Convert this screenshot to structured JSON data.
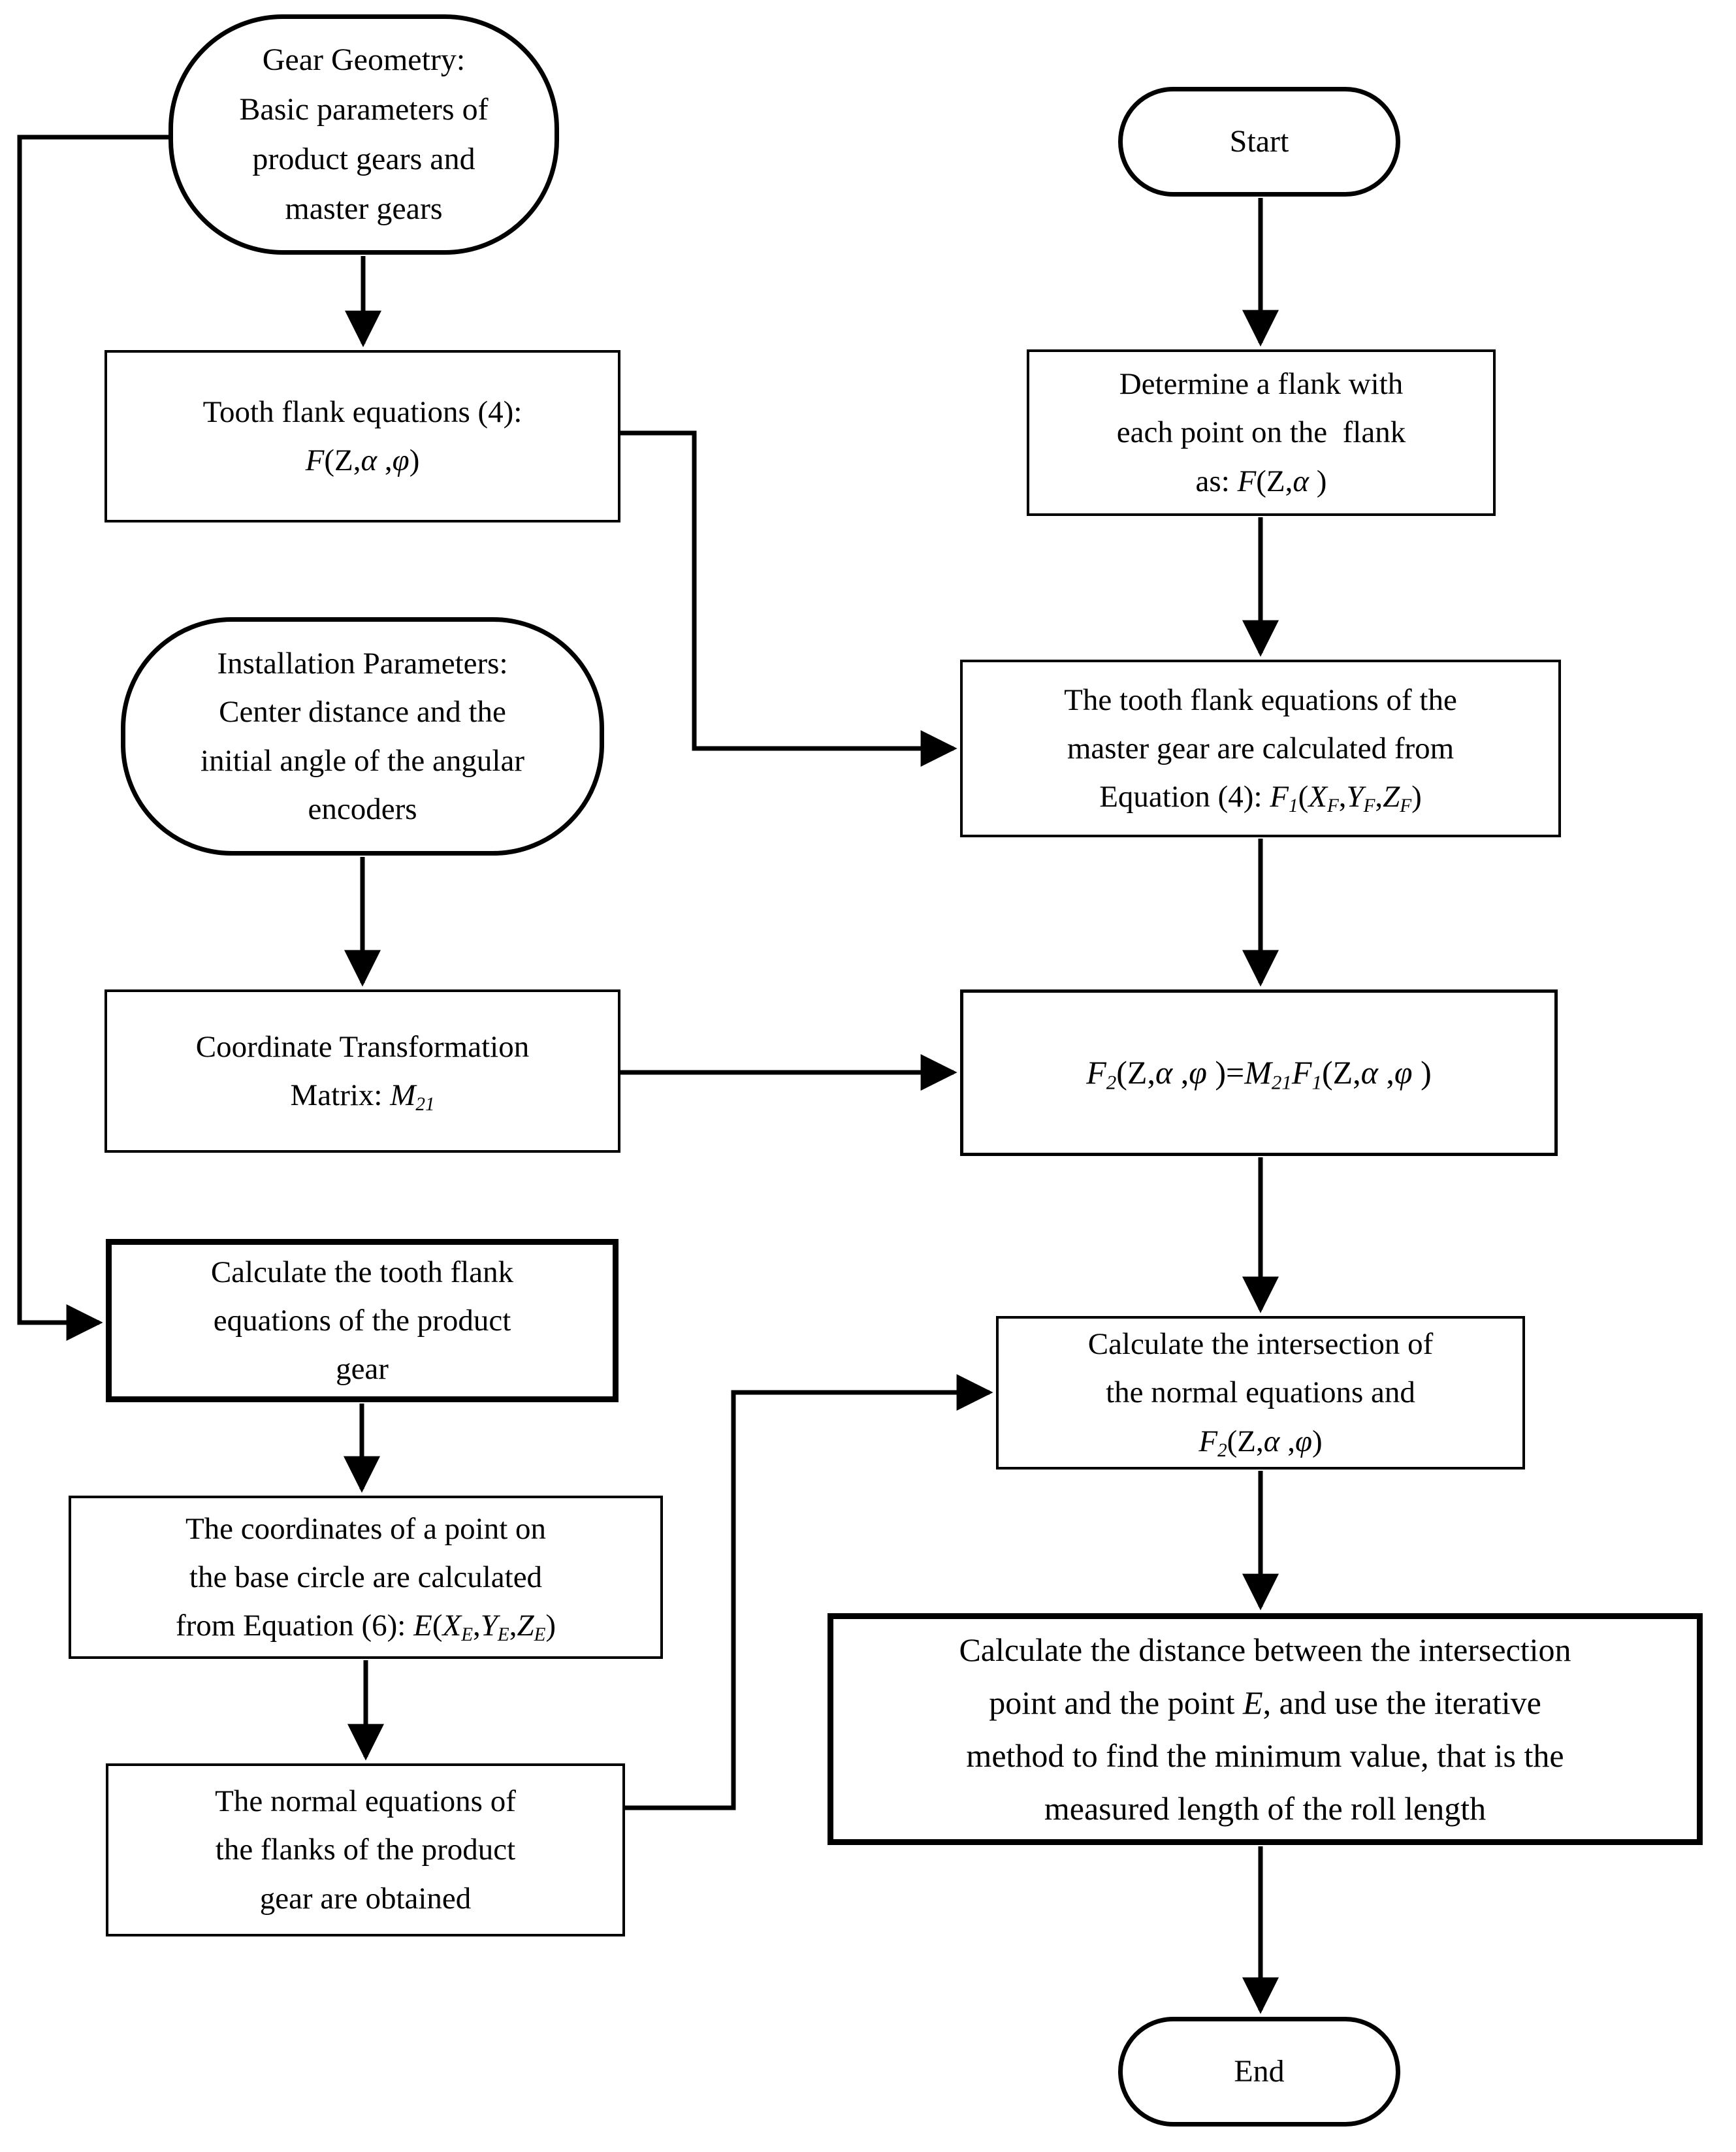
{
  "colors": {
    "ink": "#000000",
    "background": "#ffffff"
  },
  "nodes": {
    "gear_geometry": {
      "shape": "stadium",
      "lines": [
        [
          [
            "Gear Geometry:",
            "n"
          ]
        ],
        [
          [
            "Basic parameters of",
            "n"
          ]
        ],
        [
          [
            "product gears and",
            "n"
          ]
        ],
        [
          [
            "master gears",
            "n"
          ]
        ]
      ]
    },
    "tooth_flank": {
      "shape": "rect",
      "lines": [
        [
          [
            "Tooth flank equations (4):",
            "n"
          ]
        ],
        [
          [
            "F",
            "i"
          ],
          [
            "(Z,",
            "n"
          ],
          [
            "α",
            "i"
          ],
          [
            " ,",
            "n"
          ],
          [
            "φ",
            "i"
          ],
          [
            ")",
            "n"
          ]
        ]
      ]
    },
    "installation": {
      "shape": "stadium",
      "lines": [
        [
          [
            "Installation Parameters:",
            "n"
          ]
        ],
        [
          [
            "Center distance and the",
            "n"
          ]
        ],
        [
          [
            "initial angle of the angular",
            "n"
          ]
        ],
        [
          [
            "encoders",
            "n"
          ]
        ]
      ]
    },
    "coordinate_transformation": {
      "shape": "rect",
      "lines": [
        [
          [
            "Coordinate Transformation",
            "n"
          ]
        ],
        [
          [
            "Matrix: ",
            "n"
          ],
          [
            "M",
            "i"
          ],
          [
            "21",
            "si"
          ]
        ]
      ]
    },
    "calculate_product_flank": {
      "shape": "rect-bold",
      "lines": [
        [
          [
            "Calculate the tooth flank",
            "n"
          ]
        ],
        [
          [
            "equations of the product",
            "n"
          ]
        ],
        [
          [
            "gear",
            "n"
          ]
        ]
      ]
    },
    "base_circle_point": {
      "shape": "rect",
      "lines": [
        [
          [
            "The coordinates of a point on",
            "n"
          ]
        ],
        [
          [
            "the base circle are calculated",
            "n"
          ]
        ],
        [
          [
            "from Equation (6): ",
            "n"
          ],
          [
            "E",
            "i"
          ],
          [
            "(",
            "n"
          ],
          [
            "X",
            "i"
          ],
          [
            "E",
            "si"
          ],
          [
            ",",
            "n"
          ],
          [
            "Y",
            "i"
          ],
          [
            "E",
            "si"
          ],
          [
            ",",
            "n"
          ],
          [
            "Z",
            "i"
          ],
          [
            "E",
            "si"
          ],
          [
            ")",
            "n"
          ]
        ]
      ]
    },
    "normal_equations": {
      "shape": "rect",
      "lines": [
        [
          [
            "The normal equations of",
            "n"
          ]
        ],
        [
          [
            "the flanks of the product",
            "n"
          ]
        ],
        [
          [
            "gear are obtained",
            "n"
          ]
        ]
      ]
    },
    "start": {
      "shape": "stadium",
      "lines": [
        [
          [
            "Start",
            "n"
          ]
        ]
      ]
    },
    "determine_flank": {
      "shape": "rect",
      "lines": [
        [
          [
            "Determine a flank with",
            "n"
          ]
        ],
        [
          [
            "each point on the  flank",
            "n"
          ]
        ],
        [
          [
            "as: ",
            "n"
          ],
          [
            "F",
            "i"
          ],
          [
            "(Z,",
            "n"
          ],
          [
            "α",
            "i"
          ],
          [
            " )",
            "n"
          ]
        ]
      ]
    },
    "master_gear_equations": {
      "shape": "rect",
      "lines": [
        [
          [
            "The tooth flank equations of the",
            "n"
          ]
        ],
        [
          [
            "master gear are calculated from",
            "n"
          ]
        ],
        [
          [
            "Equation (4): ",
            "n"
          ],
          [
            "F",
            "i"
          ],
          [
            "1",
            "si"
          ],
          [
            "(",
            "n"
          ],
          [
            "X",
            "i"
          ],
          [
            "F",
            "si"
          ],
          [
            ",",
            "n"
          ],
          [
            "Y",
            "i"
          ],
          [
            "F",
            "si"
          ],
          [
            ",",
            "n"
          ],
          [
            "Z",
            "i"
          ],
          [
            "F",
            "si"
          ],
          [
            ")",
            "n"
          ]
        ]
      ]
    },
    "f2_equation": {
      "shape": "rect",
      "lines": [
        [
          [
            "F",
            "i"
          ],
          [
            "2",
            "si"
          ],
          [
            "(Z,",
            "n"
          ],
          [
            "α",
            "i"
          ],
          [
            " ,",
            "n"
          ],
          [
            "φ",
            "i"
          ],
          [
            " )=",
            "n"
          ],
          [
            "M",
            "i"
          ],
          [
            "21",
            "si"
          ],
          [
            "F",
            "i"
          ],
          [
            "1",
            "si"
          ],
          [
            "(Z,",
            "n"
          ],
          [
            "α",
            "i"
          ],
          [
            " ,",
            "n"
          ],
          [
            "φ",
            "i"
          ],
          [
            " )",
            "n"
          ]
        ]
      ]
    },
    "intersection": {
      "shape": "rect",
      "lines": [
        [
          [
            "Calculate the intersection of",
            "n"
          ]
        ],
        [
          [
            "the normal equations and",
            "n"
          ]
        ],
        [
          [
            "F",
            "i"
          ],
          [
            "2",
            "si"
          ],
          [
            "(Z,",
            "n"
          ],
          [
            "α",
            "i"
          ],
          [
            " ,",
            "n"
          ],
          [
            "φ",
            "i"
          ],
          [
            ")",
            "n"
          ]
        ]
      ]
    },
    "distance_iteration": {
      "shape": "rect-bold",
      "lines": [
        [
          [
            "Calculate the distance between the intersection",
            "n"
          ]
        ],
        [
          [
            "point and the point ",
            "n"
          ],
          [
            "E",
            "i"
          ],
          [
            ", and use the iterative",
            "n"
          ]
        ],
        [
          [
            "method to find the minimum value, that is the",
            "n"
          ]
        ],
        [
          [
            "measured length of the roll length",
            "n"
          ]
        ]
      ]
    },
    "end": {
      "shape": "stadium",
      "lines": [
        [
          [
            "End",
            "n"
          ]
        ]
      ]
    }
  }
}
